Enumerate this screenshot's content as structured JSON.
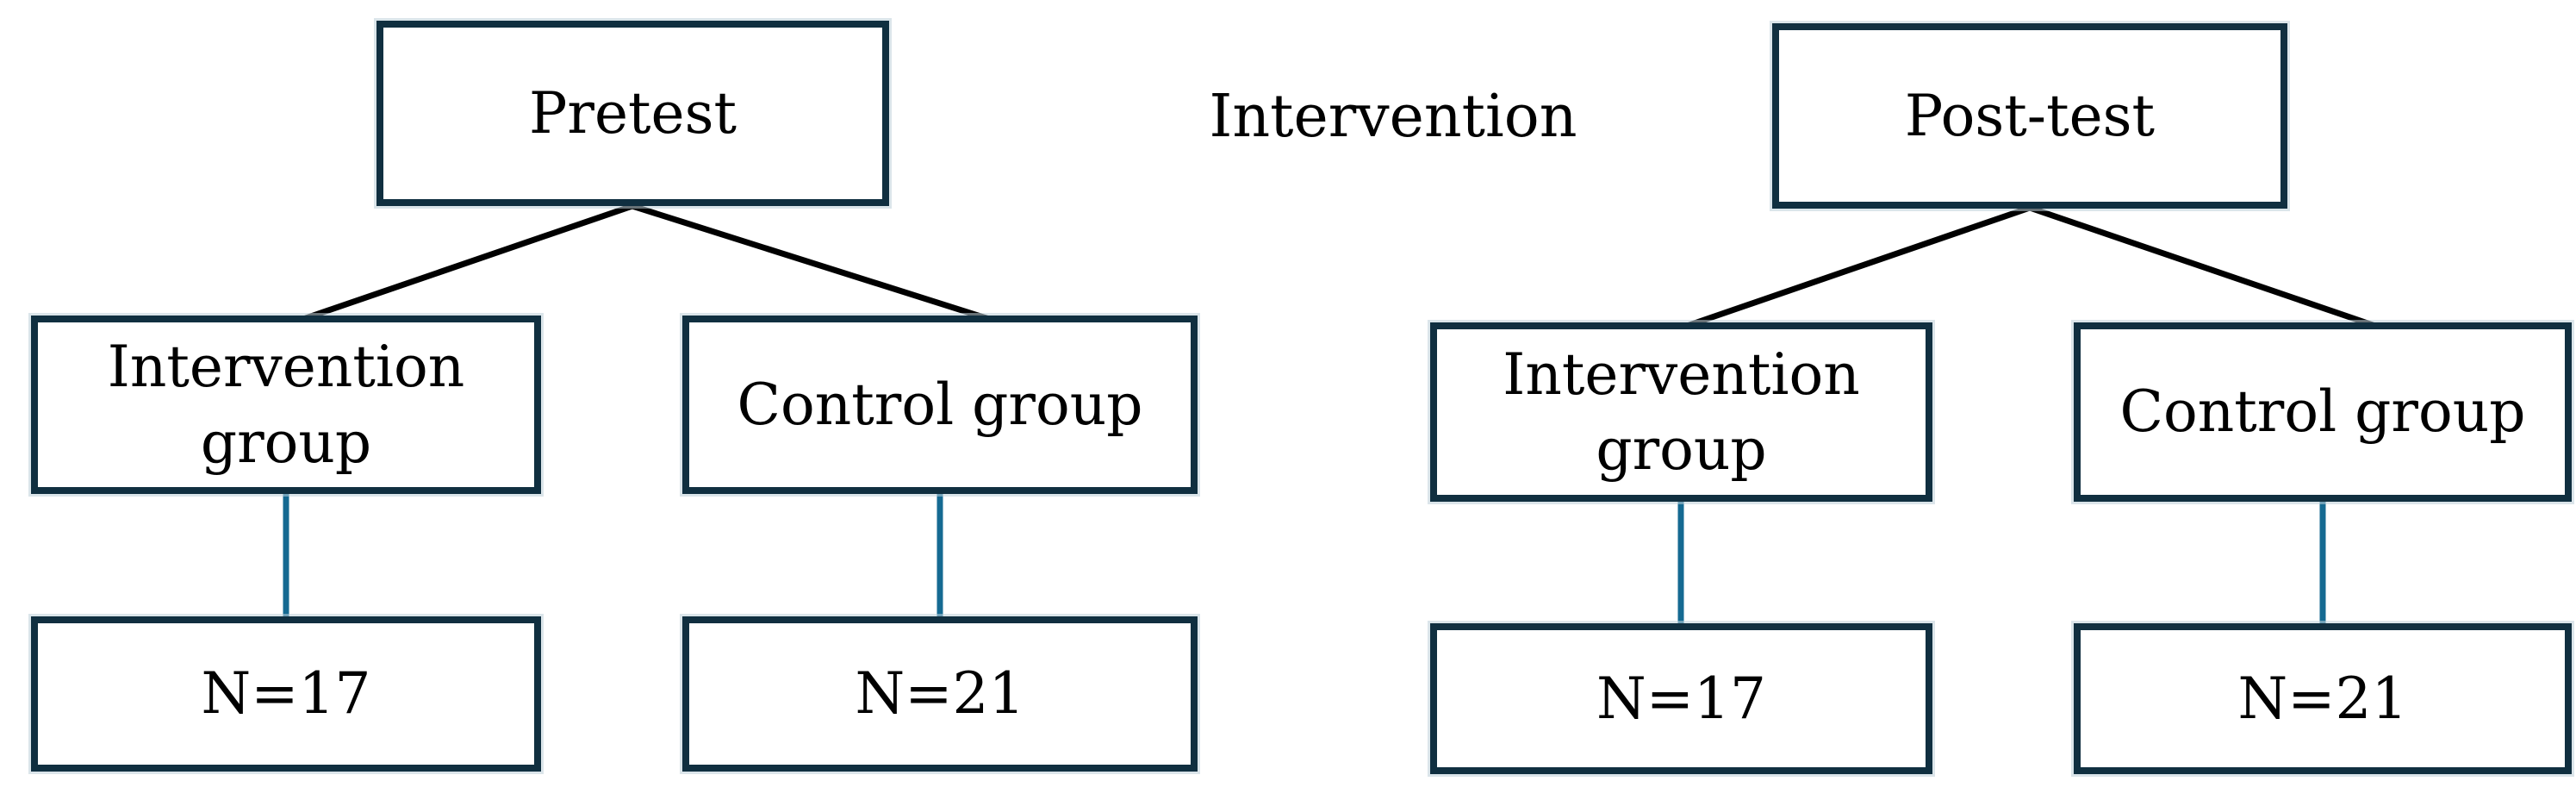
{
  "figure": {
    "phase_labels": {
      "pretest": "Pretest",
      "intervention": "Intervention",
      "posttest": "Post-test"
    },
    "pretest_branch": [
      {
        "group": "Intervention group",
        "n": "N=17"
      },
      {
        "group": "Control group",
        "n": "N=21"
      }
    ],
    "posttest_branch": [
      {
        "group": "Intervention group",
        "n": "N=17"
      },
      {
        "group": "Control group",
        "n": "N=21"
      }
    ]
  },
  "colors": {
    "background": "#ffffff",
    "text": "#000000",
    "box_border": "#102f40",
    "box_fill": "#ffffff",
    "branch_line": "#000000",
    "connector_line": "#156a92"
  }
}
